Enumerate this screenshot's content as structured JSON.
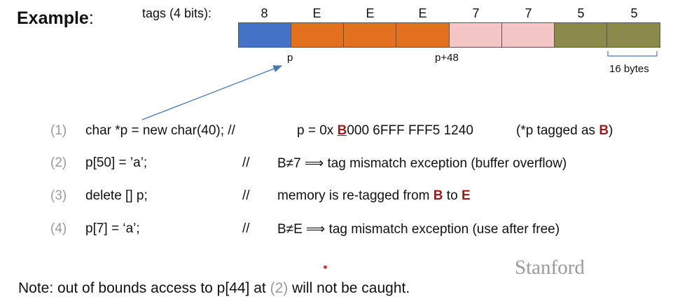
{
  "title": {
    "word": "Example",
    "colon": ":"
  },
  "tags_label": "tags (4 bits):",
  "tags": [
    {
      "value": "8",
      "color": "#4472C4"
    },
    {
      "value": "E",
      "color": "#E3701E"
    },
    {
      "value": "E",
      "color": "#E3701E"
    },
    {
      "value": "E",
      "color": "#E3701E"
    },
    {
      "value": "7",
      "color": "#F4C5C5"
    },
    {
      "value": "7",
      "color": "#F4C5C5"
    },
    {
      "value": "5",
      "color": "#8C8A4A"
    },
    {
      "value": "5",
      "color": "#8C8A4A"
    }
  ],
  "labels": {
    "p": "p",
    "p48": "p+48",
    "bytes": "16 bytes"
  },
  "lines": [
    {
      "num": "(1)",
      "code": "char *p = new char(40); //",
      "c1": "p = 0x ",
      "red1": "B",
      "c2": "000 6FFF  FFF5 1240",
      "c3": "(*p tagged as ",
      "red2": "B",
      "c4": ")"
    },
    {
      "num": "(2)",
      "code": "p[50] = ’a’;",
      "slashes": "//",
      "c1": "B≠7  ⟹  tag mismatch exception  (buffer overflow)"
    },
    {
      "num": "(3)",
      "code": "delete [] p;",
      "slashes": "//",
      "c1": "memory is re-tagged from ",
      "red1": "B",
      "c2": " to ",
      "red2": "E"
    },
    {
      "num": "(4)",
      "code": "p[7] = ‘a’;",
      "slashes": "//",
      "c1": "B≠E  ⟹  tag mismatch exception  (use after free)"
    }
  ],
  "note": {
    "prefix": "Note:   out of bounds access to p[44] at ",
    "ref": "(2)",
    "suffix": " will not be caught."
  },
  "watermark": "Stanford",
  "colors": {
    "accent_red": "#9b1c1c",
    "muted": "#9a9a9a"
  }
}
